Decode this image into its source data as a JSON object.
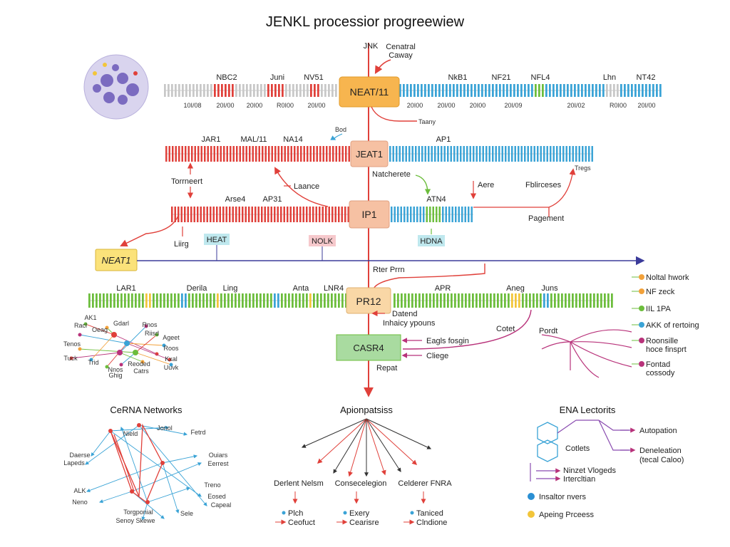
{
  "title": "JENKL processior progreewiew",
  "colors": {
    "red": "#e0403a",
    "blue": "#3aa3d6",
    "green": "#6cbd3c",
    "yellow": "#f2c53a",
    "navy": "#3b3b9a",
    "magenta": "#b8327a",
    "orange_box": "#f7b54f",
    "salmon_box": "#f6c1a3",
    "green_box": "#a9dba0",
    "peach_box": "#f9d7a6",
    "cyan_box": "#bfe8ee",
    "pink_box": "#f6c9cc",
    "yellow_box": "#fbe27a"
  },
  "top": {
    "jnk_label": "JNK",
    "central_label_1": "Cenatral",
    "central_label_2": "Caway"
  },
  "row1": {
    "labels_left": [
      "NBC2",
      "Juni",
      "NV51"
    ],
    "labels_right": [
      "NkB1",
      "NF21",
      "NFL4",
      "Lhn",
      "NT42"
    ],
    "positions": [
      "10I/08",
      "20I/00",
      "20I00",
      "R0I00",
      "20I/00",
      "20I00",
      "20I/00",
      "20I00",
      "20I/09",
      "20I/02",
      "R0I00",
      "20I/00"
    ],
    "box": "NEAT/11",
    "below_box": "Taany"
  },
  "row2": {
    "labels_left": [
      "JAR1",
      "MAL/11",
      "NA14"
    ],
    "label_right": "AP1",
    "box": "JEAT1",
    "above_box": "Bod",
    "side_label": "Tregs"
  },
  "middle": {
    "left_label": "Torrneert",
    "center_label": "Laance",
    "hatch_label": "Natcherete",
    "arrow_label": "Aere",
    "right_label": "Fblirceses",
    "page_label": "Pagement"
  },
  "row3": {
    "labels": [
      "Arse4",
      "AP31",
      "ATN4"
    ],
    "box": "IP1",
    "left_tag": "Liirg",
    "tags": [
      "HEAT",
      "NOLK",
      "HDNA"
    ]
  },
  "axis": {
    "start_box": "NEAT1",
    "below_label": "Rter Prrn"
  },
  "row4": {
    "labels_left": [
      "LAR1",
      "Derila",
      "Ling",
      "Anta",
      "LNR4"
    ],
    "labels_right": [
      "APR",
      "Aneg",
      "Juns"
    ],
    "box": "PR12",
    "below_1": "Datend",
    "below_2": "Inhaicy ypouns"
  },
  "legend_right": [
    {
      "label": "Noltal hwork",
      "color": "#f2a13a"
    },
    {
      "label": "NF zeck",
      "color": "#f2a13a"
    },
    {
      "label": "IIL 1PA",
      "color": "#6cbd3c"
    },
    {
      "label": "AKK of rertoing",
      "color": "#3aa3d6"
    },
    {
      "label": "Roonsille hoce finsprt",
      "color": "#b8327a"
    },
    {
      "label": "Fontad cossody",
      "color": "#b8327a"
    }
  ],
  "casr": {
    "box": "CASR4",
    "in_1": "Eagls fosgin",
    "in_2": "Cliege",
    "below": "Repat",
    "cotet": "Cotet",
    "pordt": "Pordt"
  },
  "cluster": {
    "labels": [
      "AK1",
      "Racl",
      "Gdarl",
      "Oeag",
      "Tenos",
      "Tuck",
      "Trid",
      "Nnos",
      "Ghig",
      "Rnos",
      "Riisd",
      "Ageet",
      "Roos",
      "Kxal",
      "Uuvk",
      "Reoded",
      "Catrs"
    ]
  },
  "cerna": {
    "title": "CeRNA Networks",
    "labels": [
      "Nield",
      "Jonol",
      "Fetrd",
      "Daerse",
      "Lapeds",
      "Ouiars",
      "Eerrest",
      "ALK",
      "Neno",
      "Treno",
      "Eosed",
      "Capeal",
      "Torgponial",
      "Senoy Skewe",
      "Sele"
    ]
  },
  "apoptosis": {
    "title": "Apionpatsiss",
    "groups": [
      "Derlent Nelsm",
      "Consecelegion",
      "Celderer FNRA"
    ],
    "sub_top": [
      "Plch",
      "Exery",
      "Taniced"
    ],
    "sub_bottom": [
      "Ceofuct",
      "Cearisre",
      "Clndione"
    ]
  },
  "ena": {
    "title": "ENA Lectorits",
    "center": "Cotlets",
    "right_1": "Autopation",
    "right_2": "Deneleation",
    "right_3": "(tecal Caloo)",
    "bottom_1": "Ninzet Vlogeds",
    "bottom_2": "Irtercltian"
  },
  "legend_bottom": [
    {
      "label": "Insaltor nvers",
      "color": "#2a8fd3"
    },
    {
      "label": "Apeing Prceess",
      "color": "#f2c53a"
    }
  ]
}
